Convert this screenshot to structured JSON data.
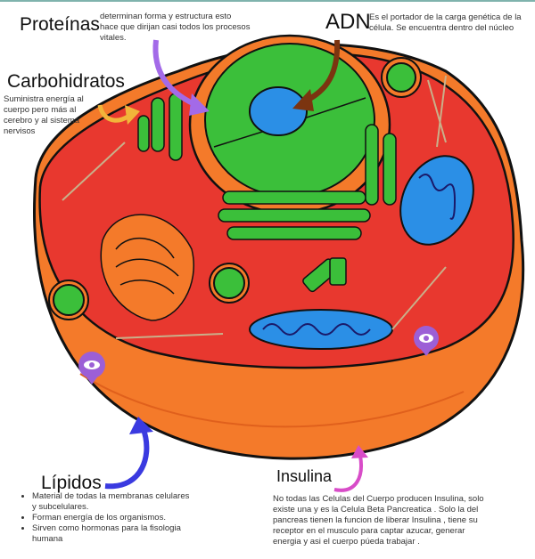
{
  "labels": {
    "proteinas": {
      "title": "Proteínas",
      "text": "determinan forma y  estructura esto hace que dirijan casi todos los procesos vitales."
    },
    "adn": {
      "title": "ADN",
      "text": "Es el portador de la carga genética de la célula. Se encuentra dentro del núcleo"
    },
    "carbohidratos": {
      "title": "Carbohidratos",
      "text": "Suministra energía al cuerpo pero más al cerebro y al sistema nervisos"
    },
    "lipidos": {
      "title": "Lípidos",
      "items": [
        "Material de todas la membranas celulares y subcelulares.",
        "Forman energía de los organismos.",
        "Sirven como hormonas para la fisologia humana"
      ]
    },
    "insulina": {
      "title": "Insulina",
      "text": "No todas las Celulas del Cuerpo producen Insulina, solo existe una y es la Celula Beta Pancreatica . Solo la del pancreas tienen la funcion de liberar Insulina , tiene su receptor en el musculo para captar azucar, generar energia y asi el cuerpo púeda trabajar ."
    }
  },
  "colors": {
    "cytoplasm": "#e8382f",
    "membrane": "#f47a2a",
    "organelle": "#3bbf3a",
    "nucleolus": "#2b8fe6",
    "proteinas_arrow": "#a36ae8",
    "adn_arrow": "#7b3410",
    "carbo_arrow": "#f2b53a",
    "lipidos_arrow": "#3a3ae0",
    "insulina_arrow": "#d84cc8",
    "pin": "#9c5fd6"
  }
}
